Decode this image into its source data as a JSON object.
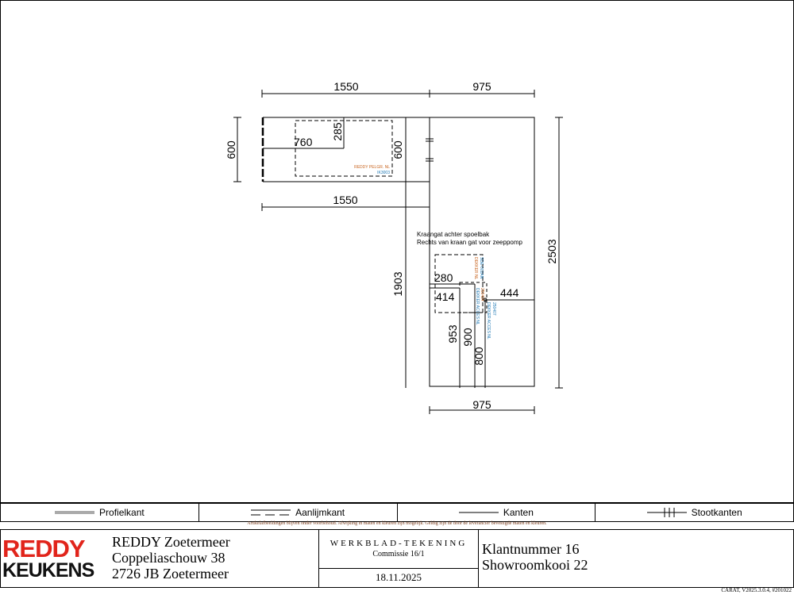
{
  "drawing": {
    "dimensions": {
      "top_left": "1550",
      "top_right": "975",
      "left_depth": "600",
      "inner_depth": "600",
      "middle_width": "1550",
      "sink1_x": "760",
      "sink1_y": "285",
      "height_left": "1903",
      "height_right": "2503",
      "bottom_width": "975",
      "d280": "280",
      "d414": "414",
      "d444": "444",
      "d953": "953",
      "d900": "900",
      "d800": "800"
    },
    "notes": [
      "Kraangat achter spoelbak",
      "Rechts van kraan gat voor zeeppomp"
    ],
    "articles": {
      "sink1_brand": "REDDY PELGR. NL",
      "sink1_code": "IK3003",
      "sink2_brand": "DEKKER NL",
      "sink2_code": "SDE-002AN",
      "tap_brand": "DEKKER ACCES NL",
      "tap_code": "250424",
      "pump_brand": "DEKKER ACCES NL",
      "pump_code": "250407"
    }
  },
  "legend": [
    "Profielkant",
    "Aanlijmkant",
    "Kanten",
    "Stootkanten"
  ],
  "disclaimer": "Artikelafbeeldingen blijven onder voorbehoud. Afwijking in maten en kleuren zijn mogelijk. Geldig zijn de door de leverancier bevestigde maten en kleuren.",
  "company": {
    "logo_top": "REDDY",
    "logo_bottom": "KEUKENS",
    "name": "REDDY Zoetermeer",
    "street": "Coppeliaschouw 38",
    "city": "2726 JB Zoetermeer"
  },
  "doc": {
    "type": "WERKBLAD-TEKENING",
    "commission": "Commissie 16/1",
    "date": "18.11.2025"
  },
  "customer": {
    "number": "Klantnummer 16",
    "name": "Showroomkooi 22"
  },
  "version": "CARAT,  V2025.3.0.4,  #201022",
  "colors": {
    "orange": "#c8641e",
    "blue": "#1e78b4",
    "logo_red": "#e1241b"
  }
}
